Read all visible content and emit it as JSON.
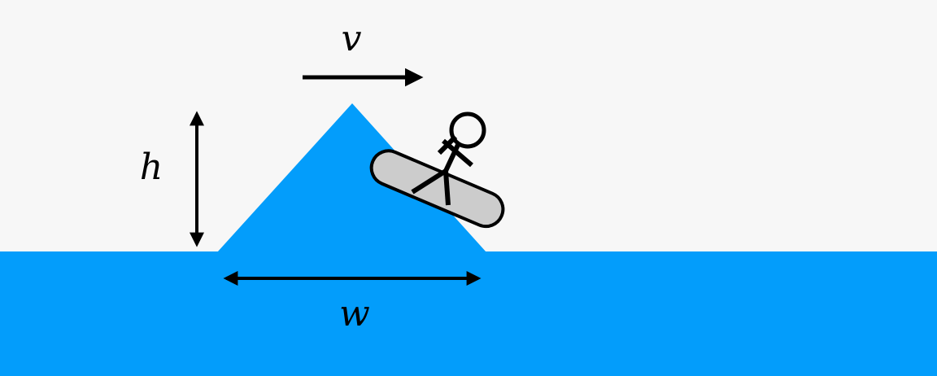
{
  "colors": {
    "background": "#f7f7f7",
    "water": "#039dfb",
    "board": "#cccccc",
    "ink": "#000000"
  },
  "labels": {
    "velocity": "v",
    "height": "h",
    "width": "w"
  },
  "icons": {
    "surfer": "stick-figure-surfer-icon",
    "surfboard": "surfboard-icon",
    "velocity_arrow": "right-arrow-icon",
    "height_arrow": "vertical-double-arrow-icon",
    "width_arrow": "horizontal-double-arrow-icon"
  }
}
